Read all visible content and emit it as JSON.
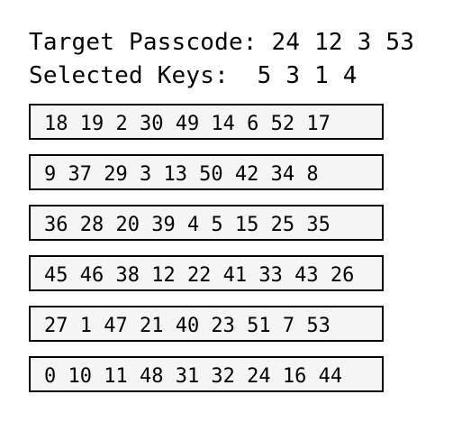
{
  "target": {
    "label": "Target Passcode:",
    "value": "24 12 3 53"
  },
  "selected": {
    "label": "Selected Keys:",
    "value": "5 3 1 4"
  },
  "key_rows": [
    "18 19 2 30 49 14 6 52 17",
    "9 37 29 3 13 50 42 34 8",
    "36 28 20 39 4 5 15 25 35",
    "45 46 38 12 22 41 33 43 26",
    "27 1 47 21 40 23 51 7 53",
    "0 10 11 48 31 32 24 16 44"
  ]
}
